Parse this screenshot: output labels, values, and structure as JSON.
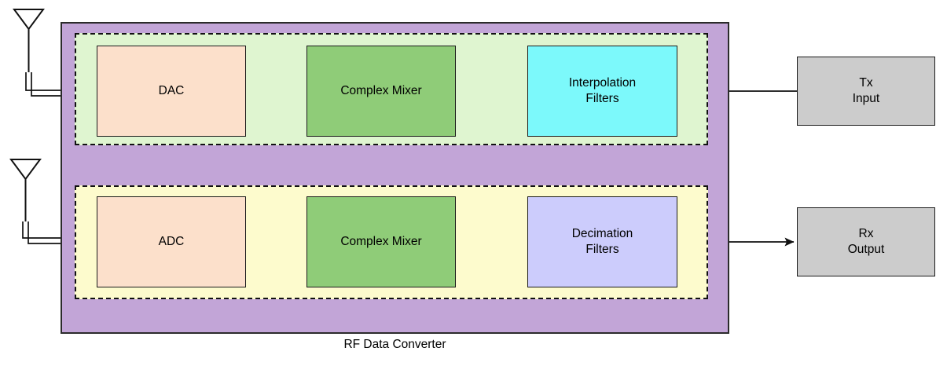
{
  "diagram": {
    "caption": "RF Data Converter",
    "container_label": "RF Data Converter",
    "colors": {
      "chip_fill": "#c2a5d7",
      "tx_lane_fill": "#dff5d0",
      "rx_lane_fill": "#fdfbcd",
      "converter_fill": "#fce0cb",
      "mixer_fill": "#8fcc78",
      "interpolation_fill": "#7cf9fb",
      "decimation_fill": "#ccccfc",
      "io_fill": "#cccccc",
      "stroke": "#1a1a1a",
      "page_background": "#ffffff"
    }
  },
  "tx_chain": {
    "lane_name": "transmit-lane",
    "blocks": [
      {
        "id": "dac",
        "label": "DAC"
      },
      {
        "id": "mixer-tx",
        "label": "Complex Mixer"
      },
      {
        "id": "interpolation-filters",
        "label": "Interpolation\nFilters"
      }
    ],
    "source": {
      "id": "tx-input",
      "label": "Tx\nInput"
    },
    "antenna": {
      "id": "tx-antenna",
      "label": ""
    },
    "flow_direction": "right-to-left"
  },
  "rx_chain": {
    "lane_name": "receive-lane",
    "blocks": [
      {
        "id": "adc",
        "label": "ADC"
      },
      {
        "id": "mixer-rx",
        "label": "Complex Mixer"
      },
      {
        "id": "decimation-filters",
        "label": "Decimation\nFilters"
      }
    ],
    "sink": {
      "id": "rx-output",
      "label": "Rx\nOutput"
    },
    "antenna": {
      "id": "rx-antenna",
      "label": ""
    },
    "flow_direction": "left-to-right"
  },
  "connections": [
    {
      "from": "tx-input",
      "to": "interpolation-filters",
      "arrow": "left"
    },
    {
      "from": "interpolation-filters",
      "to": "mixer-tx",
      "arrow": "left"
    },
    {
      "from": "mixer-tx",
      "to": "dac",
      "arrow": "left"
    },
    {
      "from": "dac",
      "to": "tx-antenna",
      "arrow": "none"
    },
    {
      "from": "rx-antenna",
      "to": "adc",
      "arrow": "none"
    },
    {
      "from": "adc",
      "to": "mixer-rx",
      "arrow": "right"
    },
    {
      "from": "mixer-rx",
      "to": "decimation-filters",
      "arrow": "right"
    },
    {
      "from": "decimation-filters",
      "to": "rx-output",
      "arrow": "right"
    }
  ]
}
